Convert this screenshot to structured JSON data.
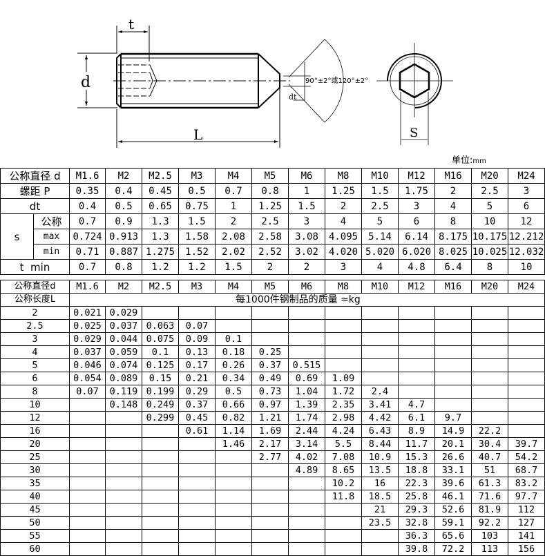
{
  "drawing": {
    "labels": {
      "t": "t",
      "d": "d",
      "L": "L",
      "dt": "dt",
      "s": "S",
      "angle": "90°±2°或120°±2°"
    }
  },
  "unit": {
    "label": "单位:",
    "value": "mm"
  },
  "spec_table": {
    "header_label": "公称直径 d",
    "sizes": [
      "M1.6",
      "M2",
      "M2.5",
      "M3",
      "M4",
      "M5",
      "M6",
      "M8",
      "M10",
      "M12",
      "M16",
      "M20",
      "M24"
    ],
    "rows": [
      {
        "label": "螺距 P",
        "values": [
          "0.35",
          "0.4",
          "0.45",
          "0.5",
          "0.7",
          "0.8",
          "1",
          "1.25",
          "1.5",
          "1.75",
          "2",
          "2.5",
          "3"
        ]
      },
      {
        "label": "dt",
        "values": [
          "0.4",
          "0.5",
          "0.65",
          "0.75",
          "1",
          "1.25",
          "1.5",
          "2",
          "2.5",
          "3",
          "4",
          "5",
          "6"
        ]
      },
      {
        "group": "s",
        "label": "公称",
        "values": [
          "0.7",
          "0.9",
          "1.3",
          "1.5",
          "2",
          "2.5",
          "3",
          "4",
          "5",
          "6",
          "8",
          "10",
          "12"
        ]
      },
      {
        "group": "s",
        "label": "max",
        "values": [
          "0.724",
          "0.913",
          "1.3",
          "1.58",
          "2.08",
          "2.58",
          "3.08",
          "4.095",
          "5.14",
          "6.14",
          "8.175",
          "10.175",
          "12.212"
        ]
      },
      {
        "group": "s",
        "label": "min",
        "values": [
          "0.71",
          "0.887",
          "1.275",
          "1.52",
          "2.02",
          "2.52",
          "3.02",
          "4.020",
          "5.020",
          "6.020",
          "8.025",
          "10.025",
          "12.032"
        ]
      },
      {
        "label": "t  min",
        "values": [
          "0.7",
          "0.8",
          "1.2",
          "1.2",
          "1.5",
          "2",
          "2",
          "3",
          "4",
          "4.8",
          "6.4",
          "8",
          "10"
        ]
      }
    ],
    "s_group_label": "s"
  },
  "mass_table": {
    "header_label": "公称直径d",
    "length_label": "公称长度L",
    "sizes": [
      "M1.6",
      "M2",
      "M2.5",
      "M3",
      "M4",
      "M5",
      "M6",
      "M8",
      "M10",
      "M12",
      "M16",
      "M20",
      "M24"
    ],
    "note": "每1000件钢制品的质量 ≈kg",
    "rows": [
      {
        "L": "2",
        "values": [
          "0.021",
          "0.029",
          "",
          "",
          "",
          "",
          "",
          "",
          "",
          "",
          "",
          "",
          ""
        ]
      },
      {
        "L": "2.5",
        "values": [
          "0.025",
          "0.037",
          "0.063",
          "0.07",
          "",
          "",
          "",
          "",
          "",
          "",
          "",
          "",
          ""
        ]
      },
      {
        "L": "3",
        "values": [
          "0.029",
          "0.044",
          "0.075",
          "0.09",
          "0.1",
          "",
          "",
          "",
          "",
          "",
          "",
          "",
          ""
        ]
      },
      {
        "L": "4",
        "values": [
          "0.037",
          "0.059",
          "0.1",
          "0.13",
          "0.18",
          "0.25",
          "",
          "",
          "",
          "",
          "",
          "",
          ""
        ]
      },
      {
        "L": "5",
        "values": [
          "0.046",
          "0.074",
          "0.125",
          "0.17",
          "0.26",
          "0.37",
          "0.515",
          "",
          "",
          "",
          "",
          "",
          ""
        ]
      },
      {
        "L": "6",
        "values": [
          "0.054",
          "0.089",
          "0.15",
          "0.21",
          "0.34",
          "0.49",
          "0.69",
          "1.09",
          "",
          "",
          "",
          "",
          ""
        ]
      },
      {
        "L": "8",
        "values": [
          "0.07",
          "0.119",
          "0.199",
          "0.29",
          "0.5",
          "0.73",
          "1.04",
          "1.72",
          "2.4",
          "",
          "",
          "",
          ""
        ]
      },
      {
        "L": "10",
        "values": [
          "",
          "0.148",
          "0.249",
          "0.37",
          "0.66",
          "0.97",
          "1.39",
          "2.35",
          "3.41",
          "4.7",
          "",
          "",
          ""
        ]
      },
      {
        "L": "12",
        "values": [
          "",
          "",
          "0.299",
          "0.45",
          "0.82",
          "1.21",
          "1.74",
          "2.98",
          "4.42",
          "6.1",
          "9.7",
          "",
          ""
        ]
      },
      {
        "L": "16",
        "values": [
          "",
          "",
          "",
          "0.61",
          "1.14",
          "1.69",
          "2.44",
          "4.24",
          "6.43",
          "8.9",
          "14.9",
          "22.2",
          ""
        ]
      },
      {
        "L": "20",
        "values": [
          "",
          "",
          "",
          "",
          "1.46",
          "2.17",
          "3.14",
          "5.5",
          "8.44",
          "11.7",
          "20.1",
          "30.4",
          "39.7"
        ]
      },
      {
        "L": "25",
        "values": [
          "",
          "",
          "",
          "",
          "",
          "2.77",
          "4.02",
          "7.08",
          "10.9",
          "15.3",
          "26.6",
          "40.7",
          "54.2"
        ]
      },
      {
        "L": "30",
        "values": [
          "",
          "",
          "",
          "",
          "",
          "",
          "4.89",
          "8.65",
          "13.5",
          "18.8",
          "33.1",
          "51",
          "68.7"
        ]
      },
      {
        "L": "35",
        "values": [
          "",
          "",
          "",
          "",
          "",
          "",
          "",
          "10.2",
          "16",
          "22.3",
          "39.6",
          "61.3",
          "83.2"
        ]
      },
      {
        "L": "40",
        "values": [
          "",
          "",
          "",
          "",
          "",
          "",
          "",
          "11.8",
          "18.5",
          "25.8",
          "46.1",
          "71.6",
          "97.7"
        ]
      },
      {
        "L": "45",
        "values": [
          "",
          "",
          "",
          "",
          "",
          "",
          "",
          "",
          "21",
          "29.3",
          "52.6",
          "81.9",
          "112"
        ]
      },
      {
        "L": "50",
        "values": [
          "",
          "",
          "",
          "",
          "",
          "",
          "",
          "",
          "23.5",
          "32.8",
          "59.1",
          "92.2",
          "127"
        ]
      },
      {
        "L": "55",
        "values": [
          "",
          "",
          "",
          "",
          "",
          "",
          "",
          "",
          "",
          "36.3",
          "65.6",
          "103",
          "141"
        ]
      },
      {
        "L": "60",
        "values": [
          "",
          "",
          "",
          "",
          "",
          "",
          "",
          "",
          "",
          "39.8",
          "72.2",
          "113",
          "156"
        ]
      }
    ]
  }
}
